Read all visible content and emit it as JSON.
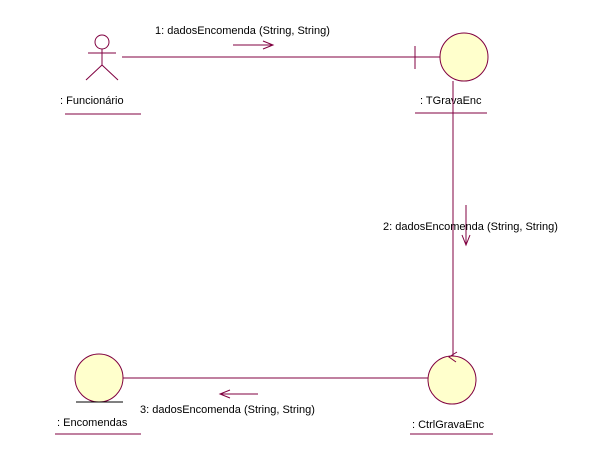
{
  "colors": {
    "line": "#800040",
    "fill": "#ffffcc"
  },
  "objects": {
    "actor": ": Funcionário",
    "boundary": ": TGravaEnc",
    "control": ": CtrlGravaEnc",
    "entity": ": Encomendas"
  },
  "messages": [
    "1: dadosEncomenda (String, String)",
    "2: dadosEncomenda (String, String)",
    "3: dadosEncomenda (String, String)"
  ]
}
